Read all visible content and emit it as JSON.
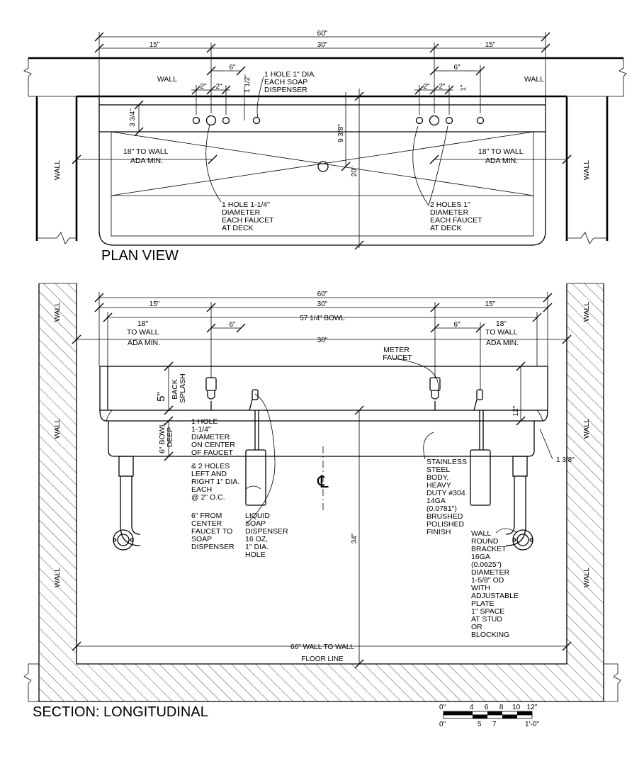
{
  "plan": {
    "title": "PLAN VIEW",
    "dims": {
      "overall": "60\"",
      "left_15": "15\"",
      "center_30": "30\"",
      "right_15": "15\"",
      "left_6": "6\"",
      "right_6": "6\"",
      "left_2a": "2\"",
      "left_2b": "2\"",
      "right_2a": "2\"",
      "right_2b": "2\"",
      "right_1": "1\"",
      "soap_1_5": "1 1/2\"",
      "deck_3_75": "3 3/4\"",
      "center_9_375": "9 3/8\"",
      "depth_20": "20\""
    },
    "wall_top_left": "WALL",
    "wall_top_right": "WALL",
    "wall_side_left": "WALL",
    "wall_side_right": "WALL",
    "note_soap": [
      "1 HOLE 1\" DIA.",
      "EACH SOAP",
      "DISPENSER"
    ],
    "note_ada_left": [
      "18\" TO WALL",
      "ADA MIN."
    ],
    "note_ada_right": [
      "18\" TO WALL",
      "ADA MIN."
    ],
    "note_faucet_left": [
      "1 HOLE 1-1/4\"",
      "DIAMETER",
      "EACH FAUCET",
      "AT DECK"
    ],
    "note_faucet_right": [
      "2 HOLES 1\"",
      "DIAMETER",
      "EACH FAUCET",
      "AT DECK"
    ]
  },
  "section": {
    "title": "SECTION: LONGITUDINAL",
    "dims": {
      "overall": "60\"",
      "left_15": "15\"",
      "center_30": "30\"",
      "right_15": "15\"",
      "bowl": "57 1/4\" BOWL",
      "left_6": "6\"",
      "right_6": "6\"",
      "inner_30": "30\"",
      "height_12": "12\"",
      "height_34": "34\"",
      "edge_1_375": "1 3/8\"",
      "wall_to_wall": "66\" WALL TO WALL",
      "floor_line": "FLOOR LINE"
    },
    "wall_labels": [
      "WALL",
      "WALL",
      "WALL",
      "WALL",
      "WALL",
      "WALL"
    ],
    "backsplash_num": "5\"",
    "backsplash_text": [
      "BACK",
      "SPLASH"
    ],
    "bowl_depth": [
      "6\" BOWL",
      "DEEP"
    ],
    "ada_left": [
      "18\"",
      "TO WALL",
      "ADA MIN."
    ],
    "ada_right": [
      "18\"",
      "TO WALL",
      "ADA MIN."
    ],
    "meter_faucet": [
      "METER",
      "FAUCET"
    ],
    "note_holes": [
      "1 HOLE",
      "1-1/4\"",
      "DIAMETER",
      "ON CENTER",
      "OF FAUCET",
      "",
      "& 2 HOLES",
      "LEFT AND",
      "RIGHT 1\" DIA.",
      "EACH",
      "@ 2\" O.C.",
      "",
      "6\" FROM",
      "CENTER",
      "FAUCET TO",
      "SOAP",
      "DISPENSER"
    ],
    "note_soap": [
      "LIQUID",
      "SOAP",
      "DISPENSER",
      "16 OZ,",
      "1\" DIA.",
      "HOLE"
    ],
    "note_steel": [
      "STAINLESS",
      "STEEL",
      "BODY,",
      "HEAVY",
      "DUTY #304",
      "14GA",
      "(0.0781\")",
      "BRUSHED",
      "POLISHED",
      "FINISH"
    ],
    "note_bracket": [
      "WALL",
      "ROUND",
      "BRACKET",
      "16GA",
      "(0.0625\")",
      "DIAMETER",
      "1-5/8\" OD",
      "WITH",
      "ADJUSTABLE",
      "PLATE",
      "1\" SPACE",
      "AT STUD",
      "OR",
      "BLOCKING"
    ]
  },
  "scale": {
    "top": [
      "0\"",
      "4",
      "6",
      "8",
      "10",
      "12\""
    ],
    "bottom": [
      "0\"",
      "5",
      "7",
      "1'-0\""
    ]
  }
}
